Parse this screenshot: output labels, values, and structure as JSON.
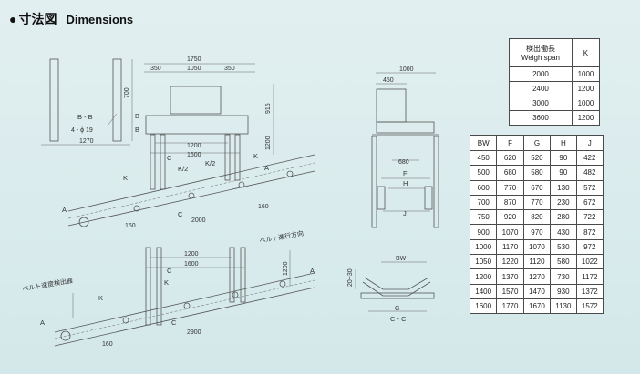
{
  "header": {
    "jp": "寸法図",
    "en": "Dimensions"
  },
  "weigh_table": {
    "headers": [
      "検出働長\nWeigh span",
      "K"
    ],
    "header_jp": "検出働長",
    "header_en": "Weigh span",
    "k_header": "K",
    "rows": [
      [
        "2000",
        "1000"
      ],
      [
        "2400",
        "1200"
      ],
      [
        "3000",
        "1000"
      ],
      [
        "3600",
        "1200"
      ]
    ]
  },
  "dim_table": {
    "headers": [
      "BW",
      "F",
      "G",
      "H",
      "J"
    ],
    "rows": [
      [
        "450",
        "620",
        "520",
        "90",
        "422"
      ],
      [
        "500",
        "680",
        "580",
        "90",
        "482"
      ],
      [
        "600",
        "770",
        "670",
        "130",
        "572"
      ],
      [
        "700",
        "870",
        "770",
        "230",
        "672"
      ],
      [
        "750",
        "920",
        "820",
        "280",
        "722"
      ],
      [
        "900",
        "1070",
        "970",
        "430",
        "872"
      ],
      [
        "1000",
        "1170",
        "1070",
        "530",
        "972"
      ],
      [
        "1050",
        "1220",
        "1120",
        "580",
        "1022"
      ],
      [
        "1200",
        "1370",
        "1270",
        "730",
        "1172"
      ],
      [
        "1400",
        "1570",
        "1470",
        "930",
        "1372"
      ],
      [
        "1600",
        "1770",
        "1670",
        "1130",
        "1572"
      ]
    ]
  },
  "drawing": {
    "dims": {
      "d1750": "1750",
      "d350a": "350",
      "d1050": "1050",
      "d350b": "350",
      "d700": "700",
      "d915": "915",
      "d1270": "1270",
      "d1200a": "1200",
      "d1600a": "1600",
      "d1200v": "1200",
      "d160a": "160",
      "d2000": "2000",
      "d160b": "160",
      "d1000": "1000",
      "d450": "450",
      "d680": "680",
      "d1200b": "1200",
      "d1600b": "1600",
      "d2900": "2900",
      "d160c": "160",
      "d1200v2": "1200",
      "d2030": "20~30"
    },
    "labels": {
      "bb": "B - B",
      "bolt": "4 - ϕ 19",
      "b1": "B",
      "b2": "B",
      "c1": "C",
      "c2": "C",
      "c3": "C",
      "c4": "C",
      "a1": "A",
      "a2": "A",
      "a3": "A",
      "a4": "A",
      "k1": "K",
      "k2": "K",
      "k3": "K",
      "k4": "K",
      "k5": "K/2",
      "k6": "K/2",
      "f": "F",
      "h": "H",
      "j": "J",
      "bw": "BW",
      "g": "G",
      "cc": "C - C",
      "belt_dir": "ベルト進行方向",
      "speed_det": "ベルト速度検出器"
    }
  }
}
